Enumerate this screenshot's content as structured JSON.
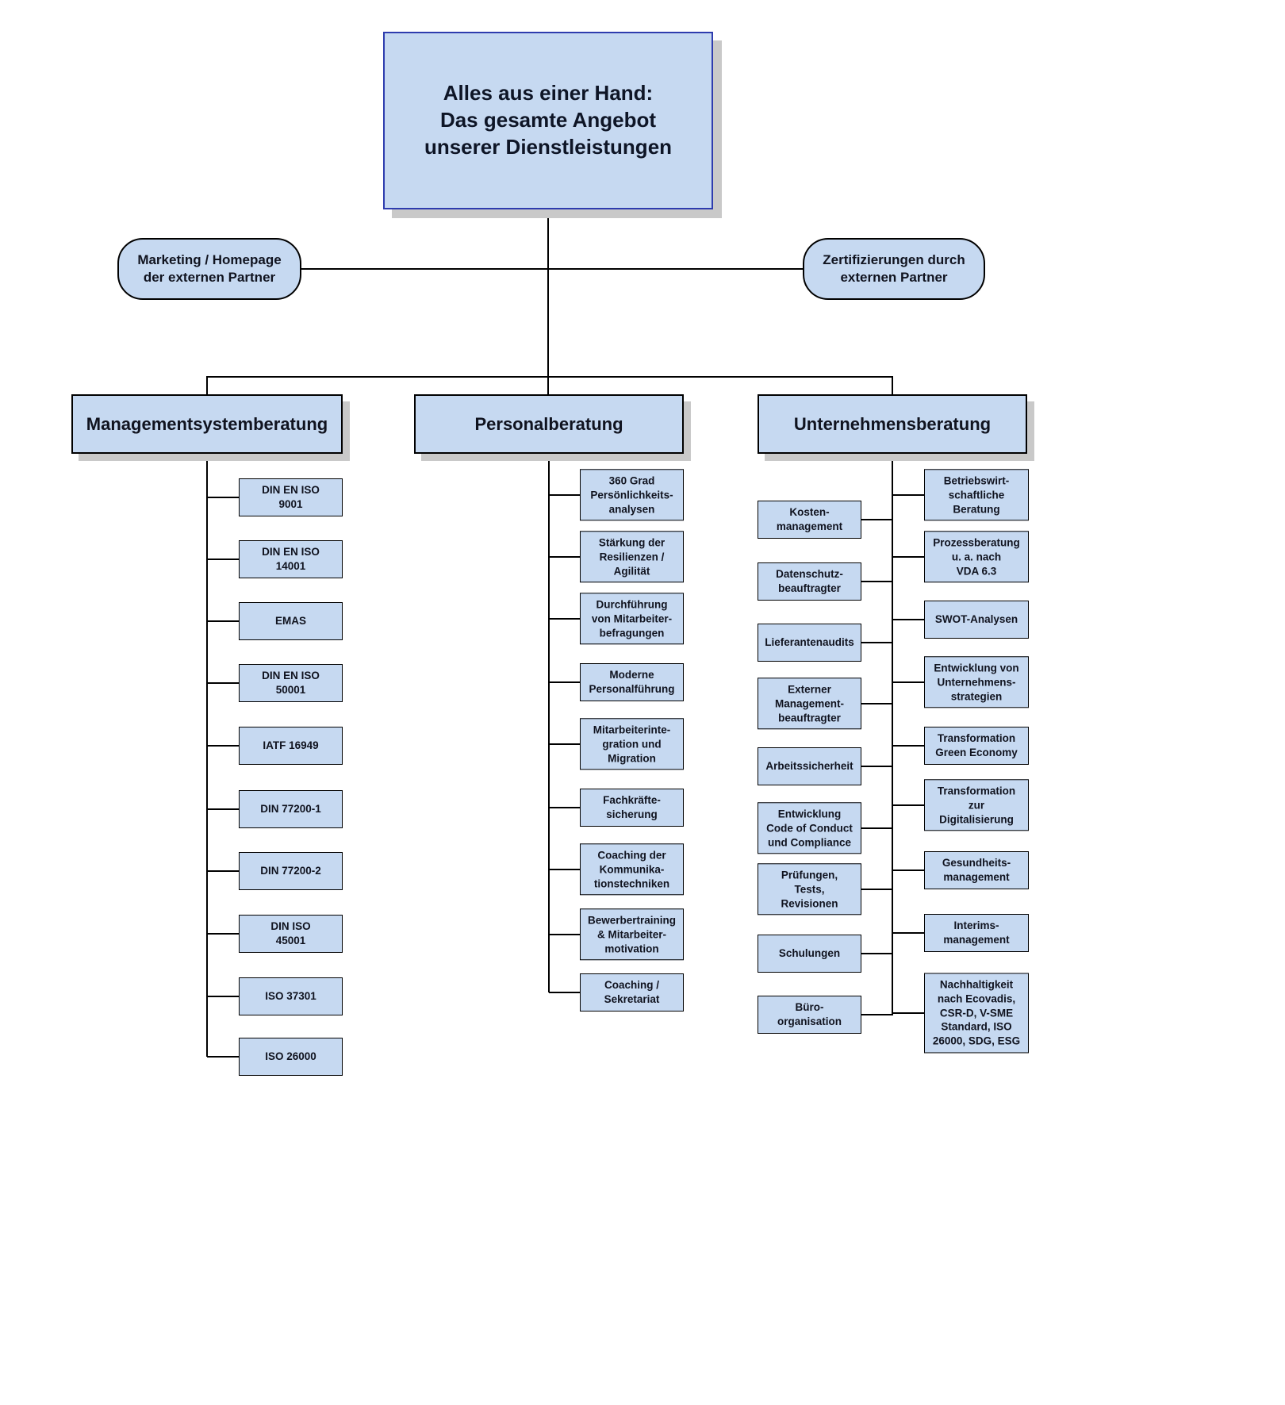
{
  "root": {
    "label": "Alles aus einer Hand:\nDas gesamte Angebot\nunserer Dienstleistungen"
  },
  "marketing_box": {
    "label": "Marketing / Homepage\nder externen Partner"
  },
  "zertifizierung_box": {
    "label": "Zertifizierungen durch\nexternen Partner"
  },
  "branches": [
    {
      "title": "Managementsystemberatung",
      "items": [
        "DIN EN ISO\n9001",
        "DIN EN ISO\n14001",
        "EMAS",
        "DIN EN ISO\n50001",
        "IATF 16949",
        "DIN 77200-1",
        "DIN 77200-2",
        "DIN ISO\n45001",
        "ISO 37301",
        "ISO 26000"
      ]
    },
    {
      "title": "Personalberatung",
      "items": [
        "360 Grad\nPersönlichkeits-\nanalysen",
        "Stärkung der\nResilienzen /\nAgilität",
        "Durchführung\nvon Mitarbeiter-\nbefragungen",
        "Moderne\nPersonalführung",
        "Mitarbeiterinte-\ngration und\nMigration",
        "Fachkräfte-\nsicherung",
        "Coaching der\nKommunika-\ntionstechniken",
        "Bewerbertraining\n& Mitarbeiter-\nmotivation",
        "Coaching /\nSekretariat"
      ]
    },
    {
      "title": "Unternehmensberatung",
      "items_left": [
        "Kosten-\nmanagement",
        "Datenschutz-\nbeauftragter",
        "Lieferantenaudits",
        "Externer\nManagement-\nbeauftragter",
        "Arbeitssicherheit",
        "Entwicklung\nCode of Conduct\nund Compliance",
        "Prüfungen,\nTests,\nRevisionen",
        "Schulungen",
        "Büro-\norganisation"
      ],
      "items_right": [
        "Betriebswirt-\nschaftliche\nBeratung",
        "Prozessberatung\nu. a. nach\nVDA 6.3",
        "SWOT-Analysen",
        "Entwicklung von\nUnternehmens-\nstrategien",
        "Transformation\nGreen Economy",
        "Transformation\nzur\nDigitalisierung",
        "Gesundheits-\nmanagement",
        "Interims-\nmanagement",
        "Nachhaltigkeit\nnach Ecovadis,\nCSR-D, V-SME\nStandard, ISO\n26000, SDG, ESG"
      ]
    }
  ],
  "colors": {
    "box_fill": "#c6d9f1",
    "box_border": "#000000",
    "root_border": "#2e3cae",
    "shadow": "#c9c9c9"
  }
}
